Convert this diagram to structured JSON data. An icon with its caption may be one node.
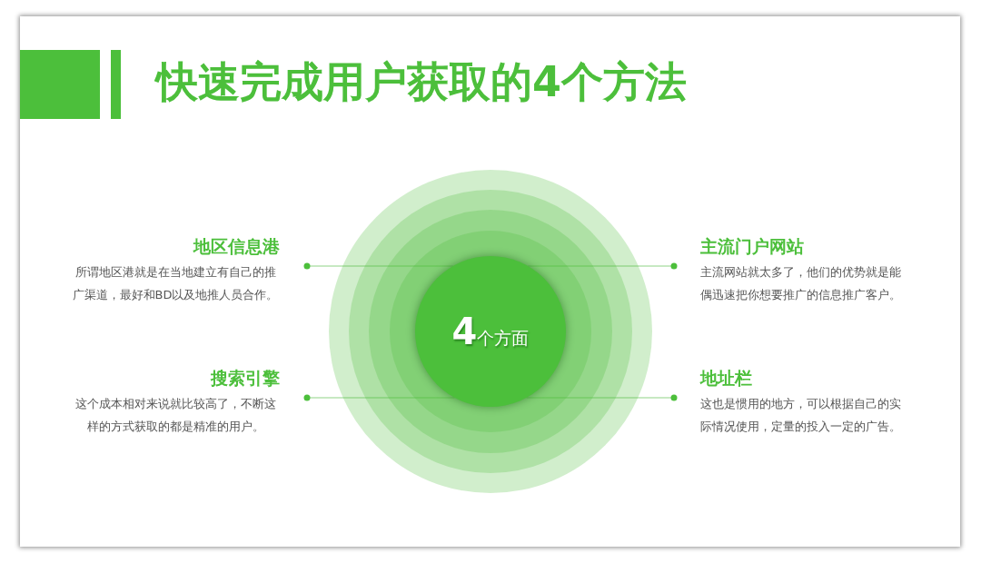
{
  "diagram": {
    "title": "快速完成用户获取的4个方法",
    "nodes": [
      {
        "text": [
          "地区信息港",
          "所谓地区港就是在当地建立有自己的推广渠道，最好和BD以及地推人员合作。"
        ]
      },
      {
        "text": [
          "主流门户网站",
          "主流网站就太多了，他们的优势就是能偶迅速把你想要推广的信息推广客户。"
        ]
      },
      {
        "text": [
          "**4**个方面"
        ]
      },
      {
        "text": [
          "搜索引擎",
          "这个成本相对来说就比较高了，不断这样的方式获取的都是精准的用户。"
        ]
      },
      {
        "text": [
          "地址栏",
          "这也是惯用的地方，可以根据自己的实际情况使用，定量的投入一定的广告。"
        ]
      }
    ],
    "edges": [
      {
        "from": 0,
        "to": 2,
        "arrow": "other"
      },
      {
        "from": 1,
        "to": 2,
        "arrow": "other"
      },
      {
        "from": 3,
        "to": 2,
        "arrow": "other"
      },
      {
        "from": 4,
        "to": 2,
        "arrow": "other"
      }
    ]
  }
}
